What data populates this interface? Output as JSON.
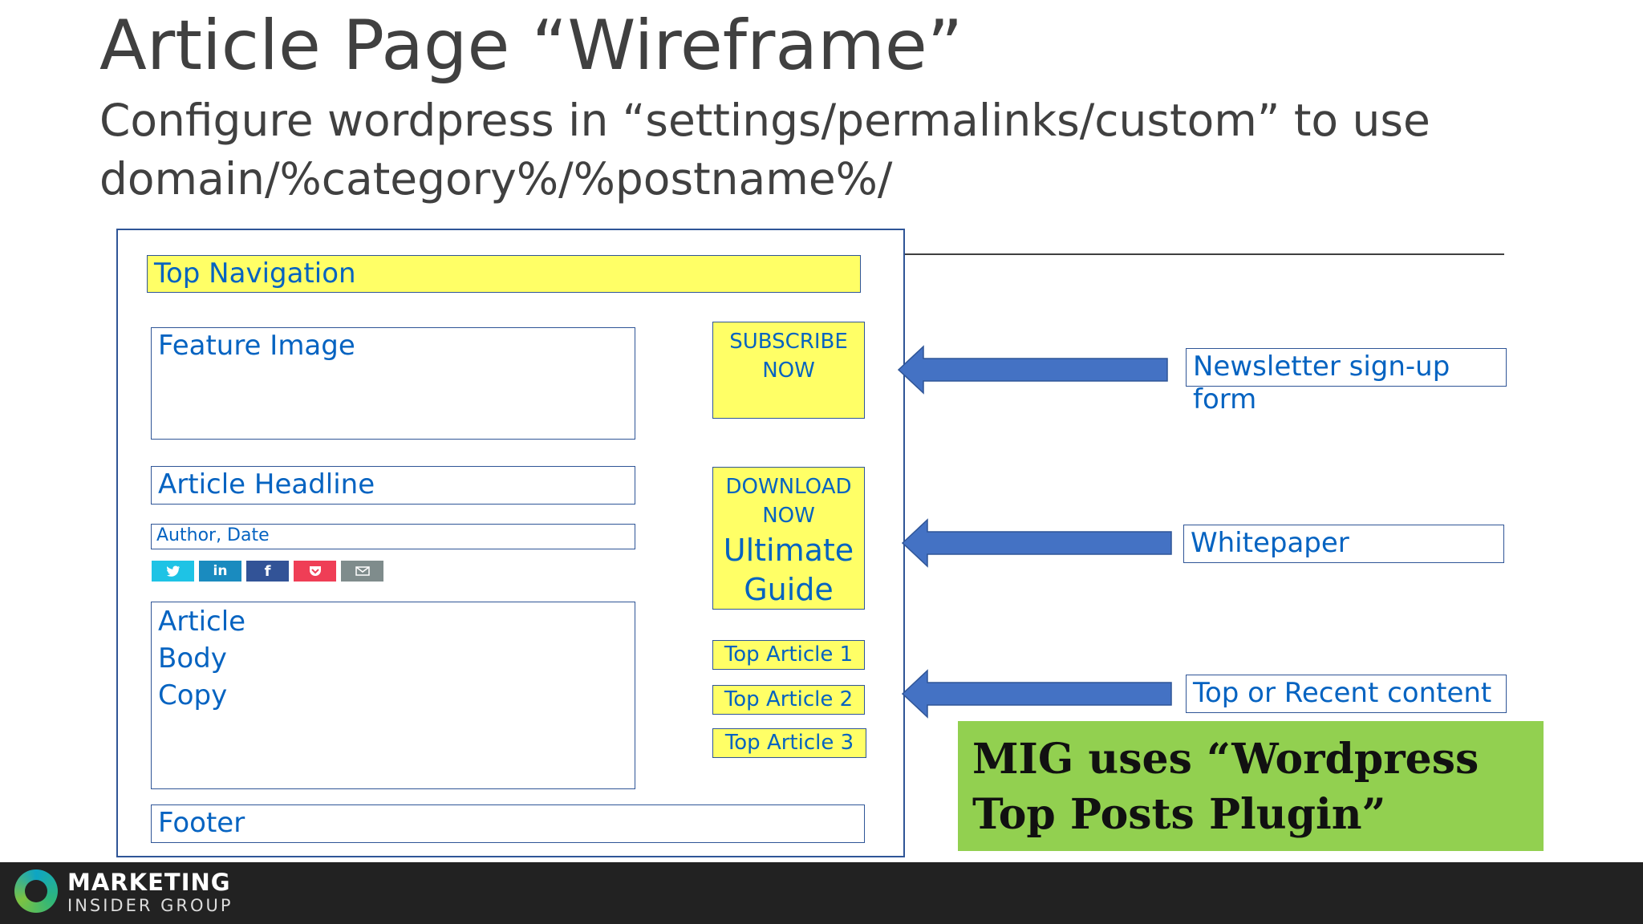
{
  "title": "Article Page “Wireframe”",
  "subtitle": "Configure wordpress in “settings/permalinks/custom” to use domain/%category%/%postname%/",
  "wireframe": {
    "top_navigation": "Top Navigation",
    "feature_image": "Feature Image",
    "article_headline": "Article Headline",
    "author_date": "Author, Date",
    "article_body": [
      "Article",
      "Body",
      "Copy"
    ],
    "footer": "Footer",
    "subscribe": [
      "SUBSCRIBE",
      "NOW"
    ],
    "download": [
      "DOWNLOAD",
      "NOW"
    ],
    "download_guide": [
      "Ultimate",
      "Guide"
    ],
    "top_articles": [
      "Top Article 1",
      "Top Article 2",
      "Top Article 3"
    ],
    "social_buttons": [
      {
        "icon": "twitter-icon",
        "color": "#1ec3e5"
      },
      {
        "icon": "linkedin-icon",
        "color": "#1a8bbf"
      },
      {
        "icon": "facebook-icon",
        "color": "#325397"
      },
      {
        "icon": "pocket-icon",
        "color": "#ef3e56"
      },
      {
        "icon": "email-icon",
        "color": "#7f8c8c"
      }
    ]
  },
  "callouts": {
    "newsletter": "Newsletter sign-up form",
    "whitepaper": "Whitepaper",
    "top_content": "Top or Recent content"
  },
  "note": "MIG uses “Wordpress Top Posts Plugin”",
  "brand": {
    "line1": "MARKETING",
    "line2": "INSIDER GROUP"
  },
  "colors": {
    "accent_blue": "#4472c4",
    "frame_blue": "#2f5597",
    "highlight_yellow": "#ffff66",
    "note_green": "#92d050"
  }
}
